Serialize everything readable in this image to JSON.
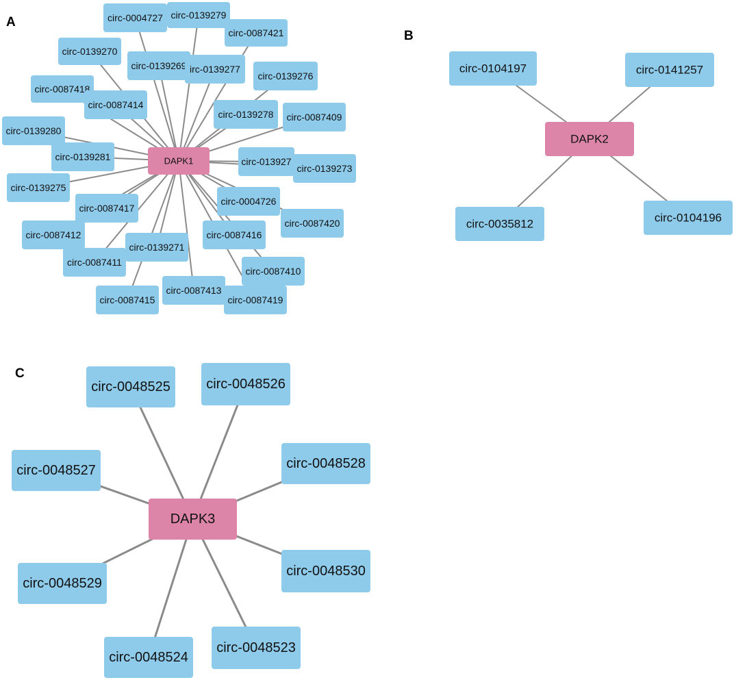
{
  "panels": [
    {
      "label": "A",
      "hub": "DAPK1",
      "nodes": [
        "circ-0004727",
        "circ-0139279",
        "circ-0087421",
        "circ-0139270",
        "circ-0139269",
        "irc-0139277",
        "circ-0139276",
        "circ-0087418",
        "circ-0087414",
        "circ-0139278",
        "circ-0087409",
        "circ-0139280",
        "circ-0139281",
        "circ-013927",
        "circ-0139273",
        "circ-0139275",
        "circ-0087417",
        "circ-0004726",
        "circ-0087420",
        "circ-0087412",
        "circ-0087416",
        "circ-0087411",
        "circ-0139271",
        "circ-0087410",
        "circ-0087415",
        "circ-0087413",
        "circ-0087419"
      ]
    },
    {
      "label": "B",
      "hub": "DAPK2",
      "nodes": [
        "circ-0104197",
        "circ-0141257",
        "circ-0035812",
        "circ-0104196"
      ]
    },
    {
      "label": "C",
      "hub": "DAPK3",
      "nodes": [
        "circ-0048525",
        "circ-0048526",
        "circ-0048527",
        "circ-0048528",
        "circ-0048529",
        "circ-0048530",
        "circ-0048524",
        "circ-0048523"
      ]
    }
  ],
  "colors": {
    "circ_node": "#8ecae9",
    "hub_node": "#dd85a8",
    "edge": "#8a8a8a"
  }
}
